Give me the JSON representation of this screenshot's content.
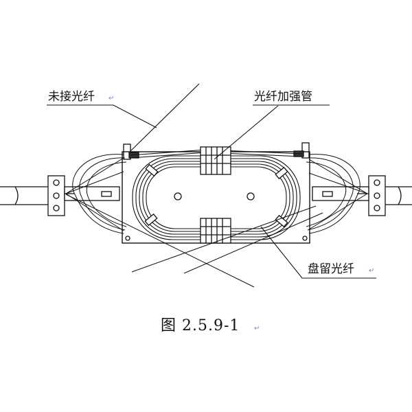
{
  "labels": {
    "unspliced_fiber": "未接光纤",
    "fiber_reinforcement_tube": "光纤加强管",
    "coiled_fiber": "盘留光纤"
  },
  "caption": "图 2.5.9-1",
  "return_mark": "↵",
  "colors": {
    "line": "#111111",
    "mark": "#6a8fc0"
  }
}
